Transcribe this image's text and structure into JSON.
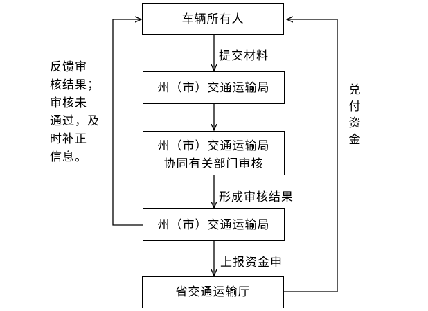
{
  "nodes": {
    "owner": "车辆所有人",
    "bureau_1": "州（市）交通运输局",
    "bureau_2_line1": "州（市）交通运输局",
    "bureau_2_line2": "协同有关部门审核",
    "bureau_3": "州（市）交通运输局",
    "province": "省交通运输厅"
  },
  "edges": {
    "submit": "提交材料",
    "result": "形成审核结果",
    "report": "上报资金申"
  },
  "feedback_note": [
    "反馈审",
    "核结果；",
    "审核未",
    "通过，及",
    "时补正",
    "信息。"
  ],
  "payout_label": [
    "兑",
    "付",
    "资",
    "金"
  ]
}
